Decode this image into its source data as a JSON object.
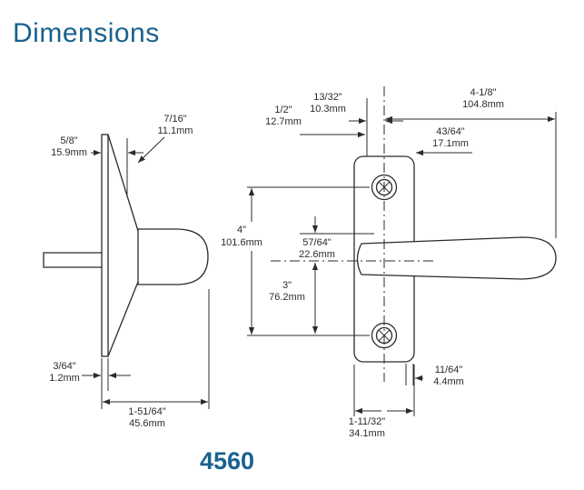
{
  "page": {
    "title": "Dimensions",
    "model": "4560",
    "accent_color": "#19628f",
    "line_color": "#2b2b2b"
  },
  "dims": {
    "side_view": {
      "grip_depth": {
        "in": "7/16\"",
        "mm": "11.1mm"
      },
      "bell_depth": {
        "in": "5/8\"",
        "mm": "15.9mm"
      },
      "flange_thickness": {
        "in": "3/64\"",
        "mm": "1.2mm"
      },
      "overall_projection": {
        "in": "1-51/64\"",
        "mm": "45.6mm"
      }
    },
    "front_view": {
      "spindle_offset": {
        "in": "1/2\"",
        "mm": "12.7mm"
      },
      "center_offset": {
        "in": "13/32\"",
        "mm": "10.3mm"
      },
      "lever_length": {
        "in": "4-1/8\"",
        "mm": "104.8mm"
      },
      "center_to_edge": {
        "in": "43/64\"",
        "mm": "17.1mm"
      },
      "screw_spacing": {
        "in": "4\"",
        "mm": "101.6mm"
      },
      "hub_offset": {
        "in": "57/64\"",
        "mm": "22.6mm"
      },
      "lower_span": {
        "in": "3\"",
        "mm": "76.2mm"
      },
      "edge_gap": {
        "in": "11/64\"",
        "mm": "4.4mm"
      },
      "plate_width": {
        "in": "1-11/32\"",
        "mm": "34.1mm"
      }
    }
  }
}
